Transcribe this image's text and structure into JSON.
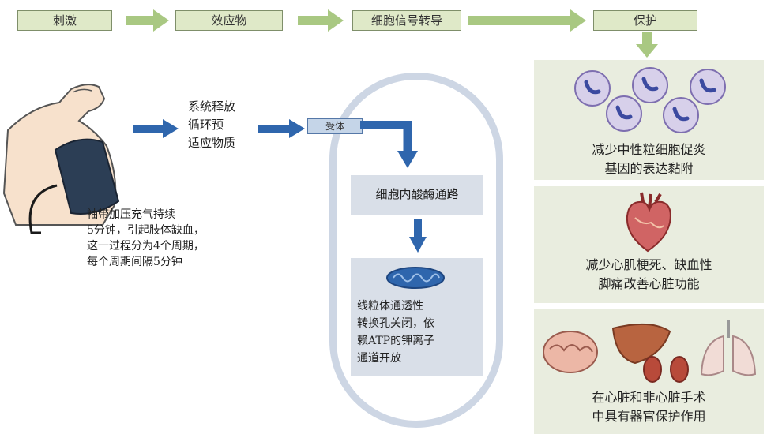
{
  "stages": [
    {
      "label": "刺激"
    },
    {
      "label": "效应物"
    },
    {
      "label": "细胞信号转导"
    },
    {
      "label": "保护"
    }
  ],
  "stimulus_text": "袖带加压充气持续\n5分钟，引起肢体缺血，\n这一过程分为4个周期，\n每个周期间隔5分钟",
  "effector_text": "系统释放\n循环预\n适应物质",
  "receptor_label": "受体",
  "pathway_label": "细胞内酸酶通路",
  "mito_text": "线粒体通透性\n转换孔关闭，依\n赖ATP的钾离子\n通道开放",
  "protections": [
    {
      "text": "减少中性粒细胞促炎\n基因的表达黏附"
    },
    {
      "text": "减少心肌梗死、缺血性\n脚痛改善心脏功能"
    },
    {
      "text": "在心脏和非心脏手术\n中具有器官保护作用"
    }
  ],
  "colors": {
    "stage_fill": "#dfe9c8",
    "green_arrow": "#a9c882",
    "blue_arrow": "#2f66ad",
    "panel": "#e9eddf"
  }
}
